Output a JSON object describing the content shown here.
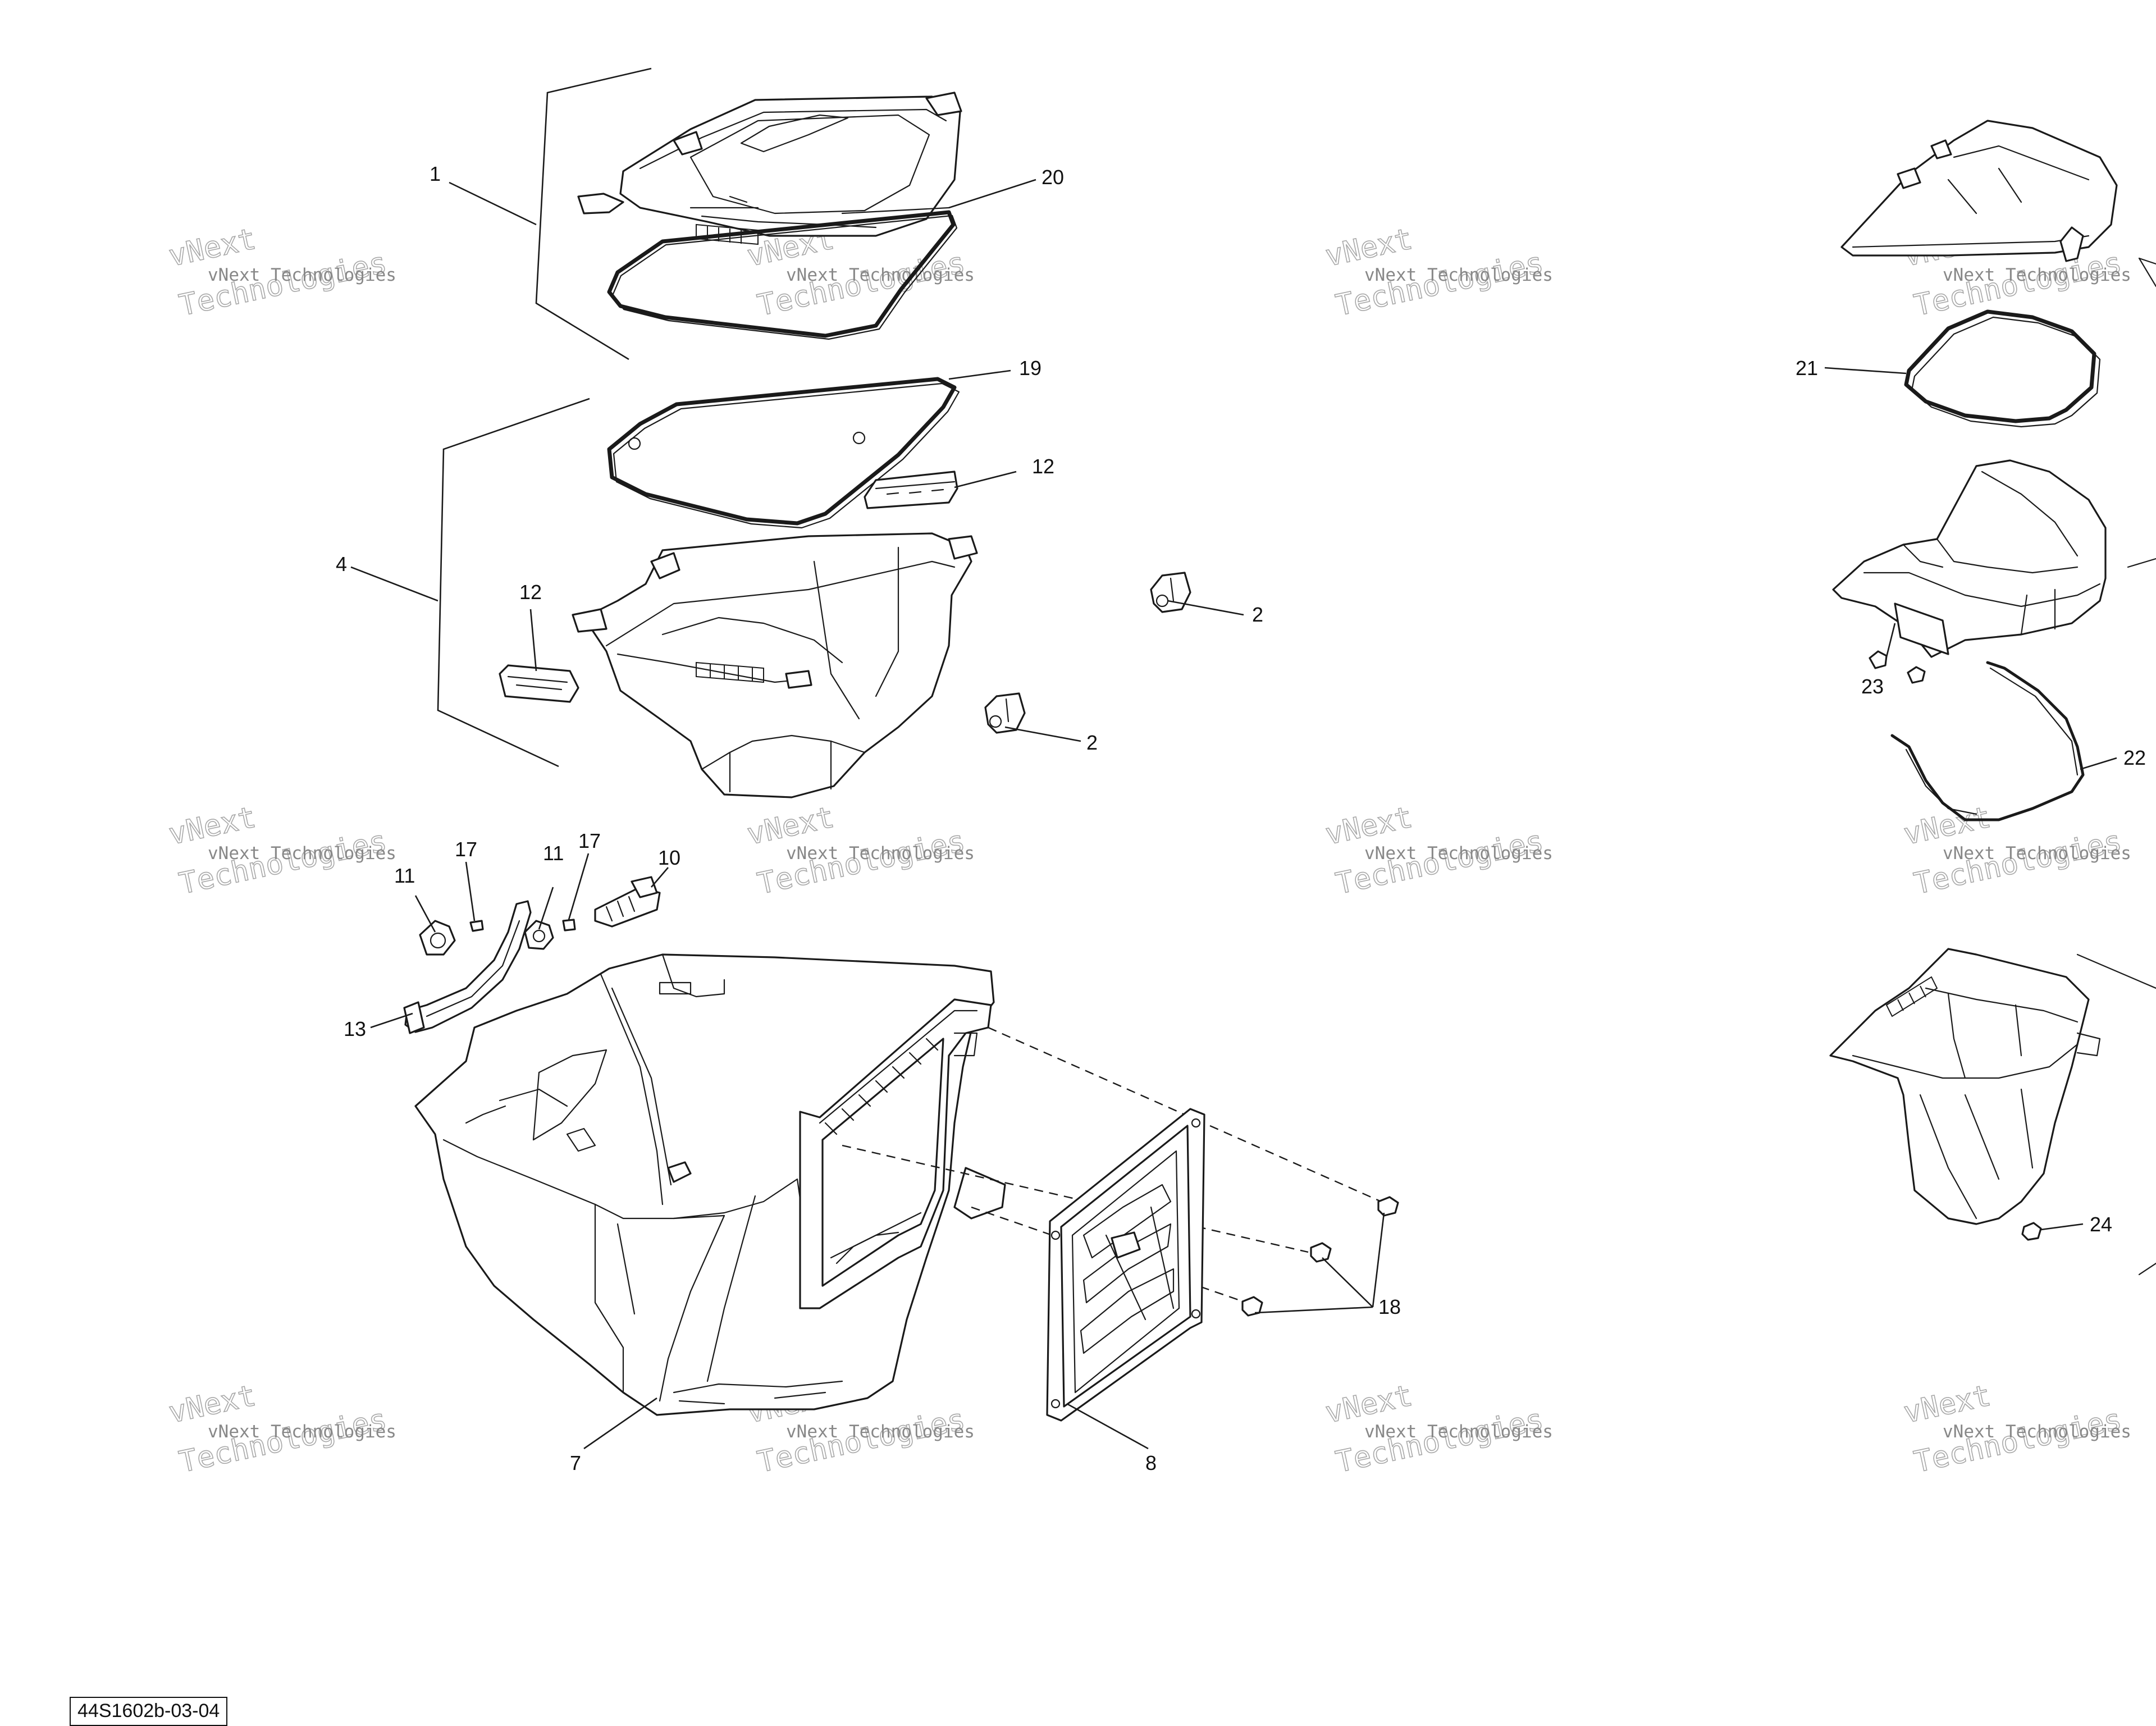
{
  "diagram": {
    "reference_code": "44S1602b-03-04",
    "callouts": [
      "1",
      "20",
      "19",
      "12",
      "4",
      "12",
      "2",
      "2",
      "17",
      "17",
      "11",
      "11",
      "10",
      "13",
      "18",
      "7",
      "8",
      "21",
      "23",
      "22",
      "24"
    ],
    "watermark": {
      "line1": "vNext",
      "line2": "vNext Technologies",
      "line3": "Technologies"
    }
  }
}
